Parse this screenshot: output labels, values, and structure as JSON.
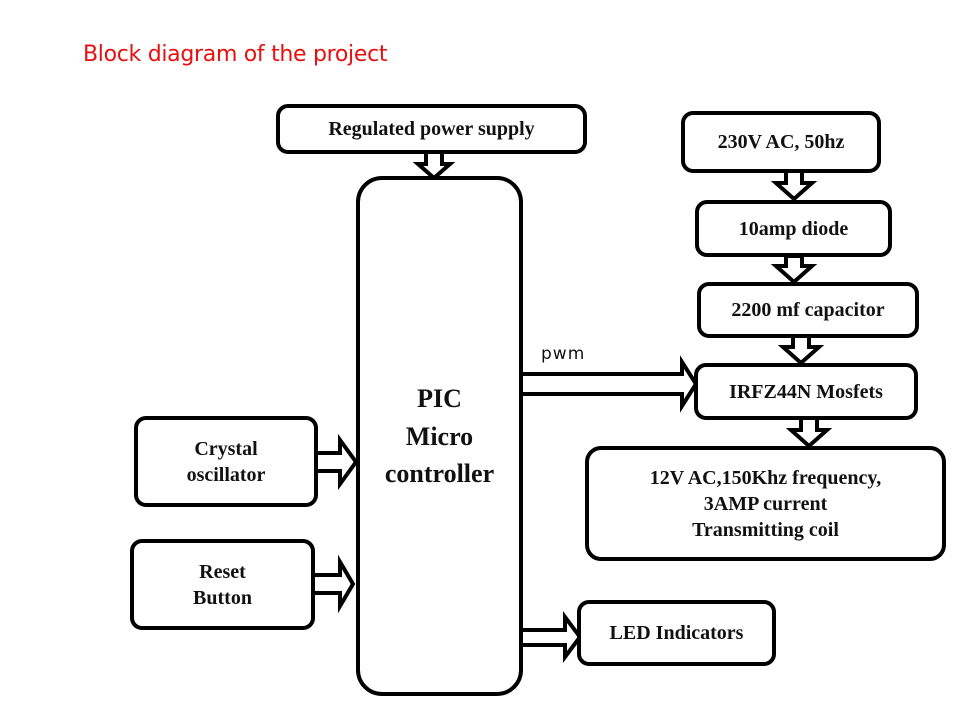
{
  "title": "Block diagram of the project",
  "blocks": {
    "power_supply": {
      "label": "Regulated power supply"
    },
    "microcontroller": {
      "lines": [
        "PIC",
        "Micro",
        "controller"
      ]
    },
    "crystal": {
      "lines": [
        "Crystal",
        "oscillator"
      ]
    },
    "reset": {
      "lines": [
        "Reset",
        "Button"
      ]
    },
    "ac_source": {
      "label": "230V AC, 50hz"
    },
    "diode": {
      "label": "10amp diode"
    },
    "capacitor": {
      "label": "2200 mf capacitor"
    },
    "mosfets": {
      "label": "IRFZ44N Mosfets"
    },
    "coil": {
      "lines": [
        "12V AC,150Khz frequency,",
        "3AMP current",
        "Transmitting coil"
      ]
    },
    "led": {
      "label": "LED Indicators"
    }
  },
  "connections": {
    "pwm_label": "pwm",
    "edges": [
      {
        "from": "Regulated power supply",
        "to": "PIC Micro controller"
      },
      {
        "from": "Crystal oscillator",
        "to": "PIC Micro controller"
      },
      {
        "from": "Reset Button",
        "to": "PIC Micro controller"
      },
      {
        "from": "PIC Micro controller",
        "to": "IRFZ44N Mosfets",
        "label": "pwm"
      },
      {
        "from": "PIC Micro controller",
        "to": "LED Indicators"
      },
      {
        "from": "230V AC, 50hz",
        "to": "10amp diode"
      },
      {
        "from": "10amp diode",
        "to": "2200 mf capacitor"
      },
      {
        "from": "2200 mf capacitor",
        "to": "IRFZ44N Mosfets"
      },
      {
        "from": "IRFZ44N Mosfets",
        "to": "12V AC,150Khz frequency, 3AMP current Transmitting coil"
      }
    ]
  },
  "colors": {
    "title": "#e8100f",
    "stroke": "#000000",
    "background": "#ffffff"
  }
}
